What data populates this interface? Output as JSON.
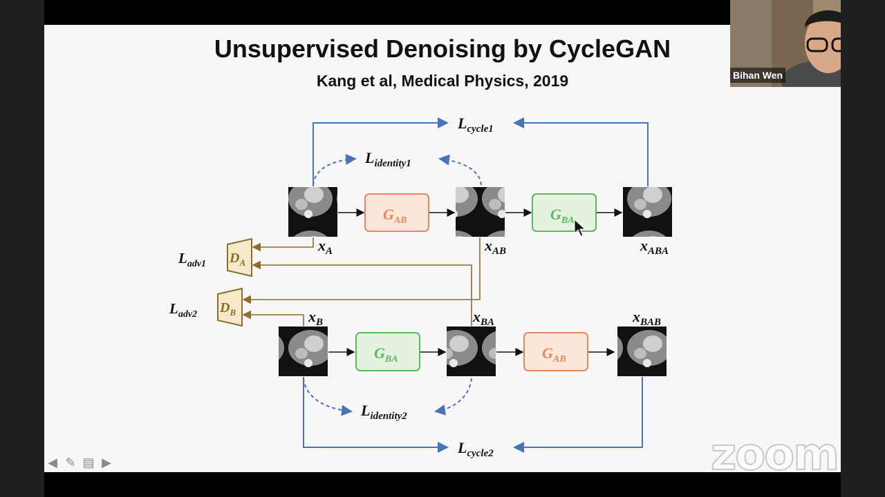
{
  "slide": {
    "title": "Unsupervised Denoising by CycleGAN",
    "subtitle": "Kang et al,  Medical Physics, 2019"
  },
  "diagram": {
    "loss_cycle1": "L",
    "loss_cycle1_sub": "cycle1",
    "loss_identity1": "L",
    "loss_identity1_sub": "identity1",
    "loss_adv1": "L",
    "loss_adv1_sub": "adv1",
    "loss_adv2": "L",
    "loss_adv2_sub": "adv2",
    "loss_identity2": "L",
    "loss_identity2_sub": "identity2",
    "loss_cycle2": "L",
    "loss_cycle2_sub": "cycle2",
    "gen_ab_top": "G",
    "gen_ab_top_sub": "AB",
    "gen_ba_top": "G",
    "gen_ba_top_sub": "BA",
    "gen_ba_bot": "G",
    "gen_ba_bot_sub": "BA",
    "gen_ab_bot": "G",
    "gen_ab_bot_sub": "AB",
    "disc_a": "D",
    "disc_a_sub": "A",
    "disc_b": "D",
    "disc_b_sub": "B",
    "x_a": "x",
    "x_a_sub": "A",
    "x_ab": "x",
    "x_ab_sub": "AB",
    "x_aba": "x",
    "x_aba_sub": "ABA",
    "x_b": "x",
    "x_b_sub": "B",
    "x_ba": "x",
    "x_ba_sub": "BA",
    "x_bab": "x",
    "x_bab_sub": "BAB"
  },
  "participant": {
    "name": "Bihan Wen"
  },
  "watermark": "zoom",
  "colors": {
    "cycle_blue": "#4a72b8",
    "adv_gold": "#8c6d2a",
    "gen_orange": "#e5875a",
    "gen_green": "#5cb85c"
  },
  "icons": [
    "arrow-left-icon",
    "pen-icon",
    "menu-icon",
    "arrow-right-icon"
  ]
}
